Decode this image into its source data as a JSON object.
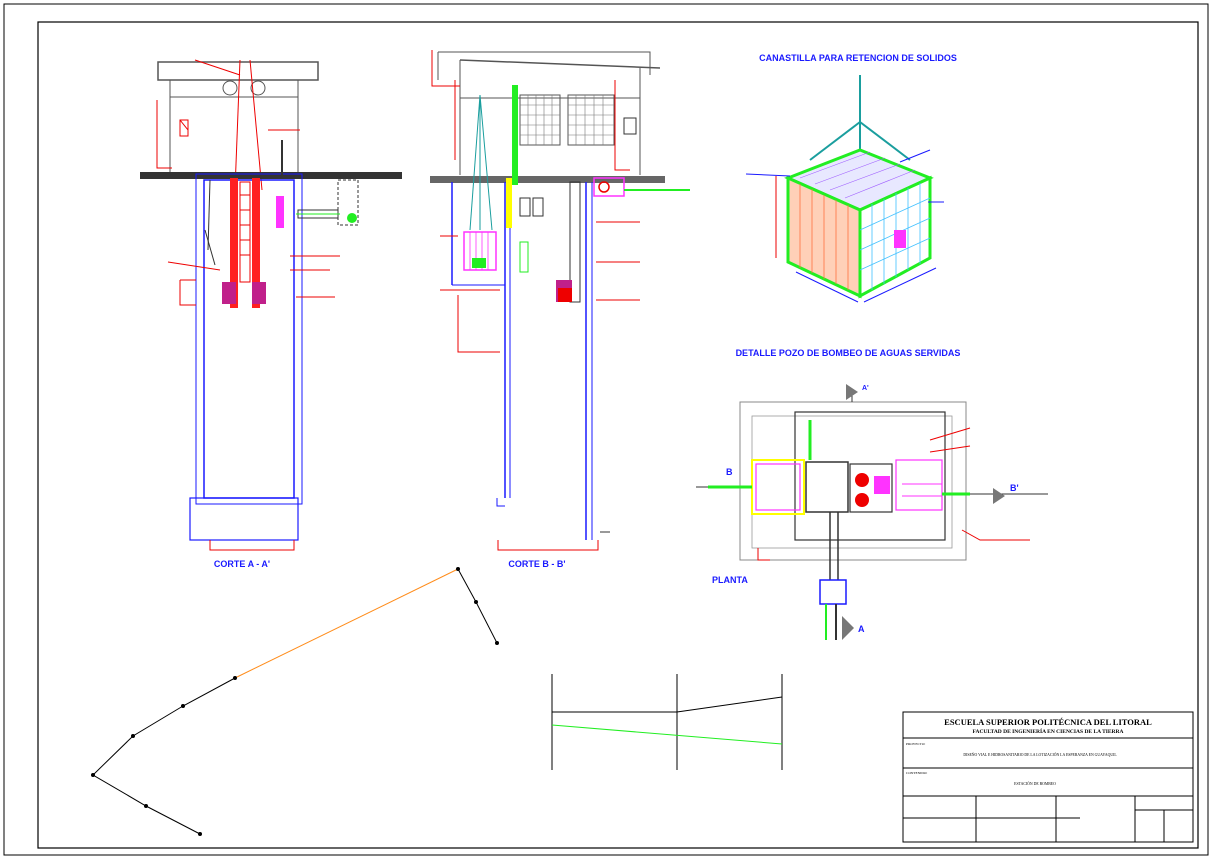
{
  "drawing": {
    "titles": {
      "canastilla": "CANASTILLA PARA RETENCION DE SOLIDOS",
      "detalle_pozo": "DETALLE  POZO DE BOMBEO DE AGUAS SERVIDAS",
      "corte_a": "CORTE A - A'",
      "corte_b": "CORTE B - B'",
      "planta": "PLANTA"
    },
    "section_marks": {
      "b_left": "B",
      "b_right": "B'",
      "a_bottom": "A",
      "a_top": "A'"
    }
  },
  "title_block": {
    "institution": "ESCUELA SUPERIOR POLITÉCNICA DEL LITORAL",
    "faculty": "FACULTAD DE INGENIERÍA EN CIENCIAS DE LA TIERRA",
    "project_label": "PROYECTO:",
    "project": "DISEÑO VIAL E HIDROSANITARIO DE LA LOTIZACIÓN LA ESPERANZA EN GUAYAQUIL",
    "content_label": "CONTENIDO:",
    "content": "ESTACIÓN DE BOMBEO"
  }
}
